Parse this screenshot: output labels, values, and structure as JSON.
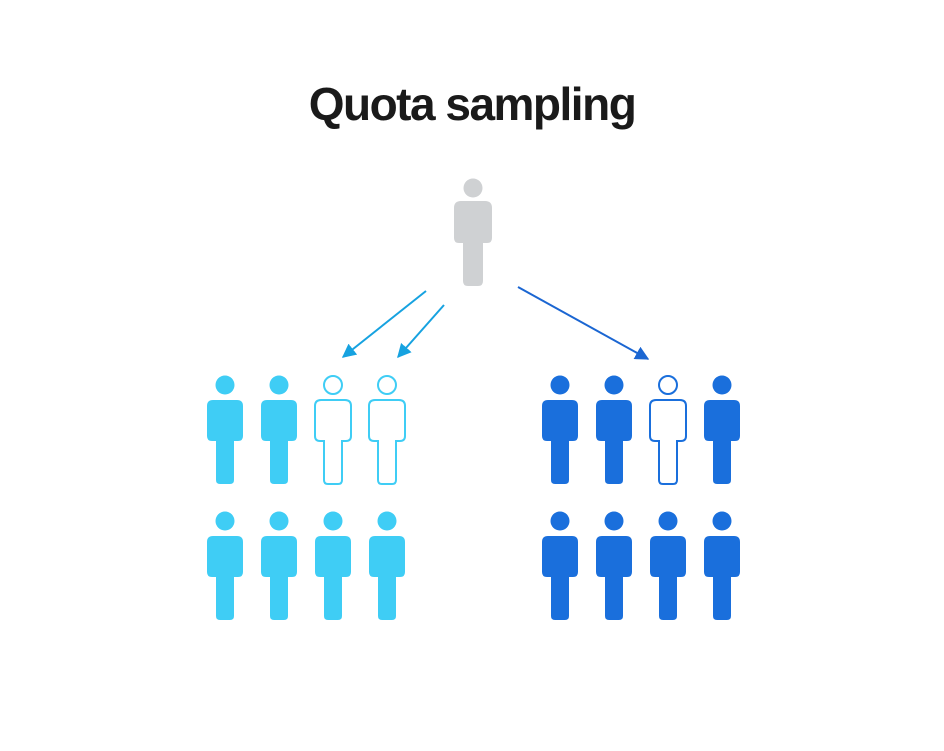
{
  "title": "Quota sampling",
  "colors": {
    "population": "#cfd1d3",
    "group_a": "#3fcdf5",
    "group_a_arrow": "#16a2e0",
    "group_b": "#1a6fdc",
    "group_b_arrow": "#1b66d2",
    "title": "#1a1a1a"
  },
  "icons": {
    "population": "person-icon",
    "person": "person-icon",
    "arrow": "arrow-icon"
  },
  "groups": [
    {
      "name": "group-a",
      "rows": [
        [
          "filled",
          "filled",
          "outline",
          "outline"
        ],
        [
          "filled",
          "filled",
          "filled",
          "filled"
        ]
      ]
    },
    {
      "name": "group-b",
      "rows": [
        [
          "filled",
          "filled",
          "outline",
          "filled"
        ],
        [
          "filled",
          "filled",
          "filled",
          "filled"
        ]
      ]
    }
  ]
}
